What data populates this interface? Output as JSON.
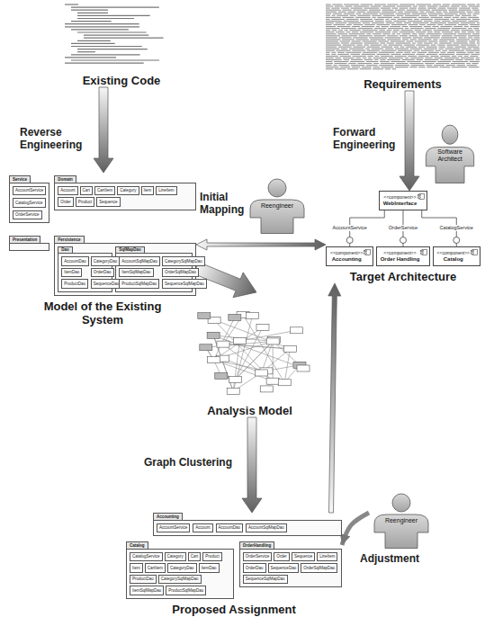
{
  "diagram": {
    "nodes": [
      {
        "text": [
          "Existing Code"
        ]
      },
      {
        "text": [
          "Requirements"
        ]
      },
      {
        "text": [
          "Software Architect"
        ]
      },
      {
        "text": [
          "Model of the Existing System"
        ]
      },
      {
        "text": [
          "Service"
        ],
        "in": 3
      },
      {
        "text": [
          "AccountService"
        ],
        "in": 4
      },
      {
        "text": [
          "CatalogService"
        ],
        "in": 4
      },
      {
        "text": [
          "OrderService"
        ],
        "in": 4
      },
      {
        "text": [
          "Presentation"
        ],
        "in": 3
      },
      {
        "text": [
          "Domain"
        ],
        "in": 3
      },
      {
        "text": [
          "Account"
        ],
        "in": 9
      },
      {
        "text": [
          "Cart"
        ],
        "in": 9
      },
      {
        "text": [
          "CartItem"
        ],
        "in": 9
      },
      {
        "text": [
          "Category"
        ],
        "in": 9
      },
      {
        "text": [
          "Item"
        ],
        "in": 9
      },
      {
        "text": [
          "LineItem"
        ],
        "in": 9
      },
      {
        "text": [
          "Order"
        ],
        "in": 9
      },
      {
        "text": [
          "Product"
        ],
        "in": 9
      },
      {
        "text": [
          "Sequence"
        ],
        "in": 9
      },
      {
        "text": [
          "Persistence"
        ],
        "in": 3
      },
      {
        "text": [
          "Dao"
        ],
        "in": 19
      },
      {
        "text": [
          "AccountDao"
        ],
        "in": 20
      },
      {
        "text": [
          "CategoryDao"
        ],
        "in": 20
      },
      {
        "text": [
          "ItemDao"
        ],
        "in": 20
      },
      {
        "text": [
          "OrderDao"
        ],
        "in": 20
      },
      {
        "text": [
          "ProductDao"
        ],
        "in": 20
      },
      {
        "text": [
          "SequenceDao"
        ],
        "in": 20
      },
      {
        "text": [
          "SqlMapDao"
        ],
        "in": 19
      },
      {
        "text": [
          "AccountSqlMapDao"
        ],
        "in": 27
      },
      {
        "text": [
          "CategorySqlMapDao"
        ],
        "in": 27
      },
      {
        "text": [
          "ItemSqlMapDao"
        ],
        "in": 27
      },
      {
        "text": [
          "OrderSqlMapDao"
        ],
        "in": 27
      },
      {
        "text": [
          "ProductSqlMapDao"
        ],
        "in": 27
      },
      {
        "text": [
          "SequenceSqlMapDao"
        ],
        "in": 27
      },
      {
        "text": [
          "Target Architecture"
        ]
      },
      {
        "text": [
          "<<component>>",
          "WebInterface"
        ],
        "in": 34
      },
      {
        "text": [
          "<<component>>",
          "Accounting"
        ],
        "in": 34
      },
      {
        "text": [
          "<<component>>",
          "Order Handling"
        ],
        "in": 34
      },
      {
        "text": [
          "<<component>>",
          "Catalog"
        ],
        "in": 34
      },
      {
        "text": [
          "Analysis Model"
        ]
      },
      {
        "text": [
          "Proposed Assignment"
        ]
      },
      {
        "text": [
          "Accounting"
        ],
        "in": 40
      },
      {
        "text": [
          "AccountService"
        ],
        "in": 41
      },
      {
        "text": [
          "Account"
        ],
        "in": 41
      },
      {
        "text": [
          "AccountDao"
        ],
        "in": 41
      },
      {
        "text": [
          "AccountSqlMapDao"
        ],
        "in": 41
      },
      {
        "text": [
          "Catalog"
        ],
        "in": 40
      },
      {
        "text": [
          "CatalogService"
        ],
        "in": 46
      },
      {
        "text": [
          "Category"
        ],
        "in": 46
      },
      {
        "text": [
          "Cart"
        ],
        "in": 46
      },
      {
        "text": [
          "Product"
        ],
        "in": 46
      },
      {
        "text": [
          "Item"
        ],
        "in": 46
      },
      {
        "text": [
          "CartItem"
        ],
        "in": 46
      },
      {
        "text": [
          "CategoryDao"
        ],
        "in": 46
      },
      {
        "text": [
          "ItemDao"
        ],
        "in": 46
      },
      {
        "text": [
          "ProductDao"
        ],
        "in": 46
      },
      {
        "text": [
          "CategorySqlMapDao"
        ],
        "in": 46
      },
      {
        "text": [
          "ItemSqlMapDao"
        ],
        "in": 46
      },
      {
        "text": [
          "ProductSqlMapDao"
        ],
        "in": 46
      },
      {
        "text": [
          "OrderHandling"
        ],
        "in": 40
      },
      {
        "text": [
          "OrderService"
        ],
        "in": 59
      },
      {
        "text": [
          "Order"
        ],
        "in": 59
      },
      {
        "text": [
          "Sequence"
        ],
        "in": 59
      },
      {
        "text": [
          "LineItem"
        ],
        "in": 59
      },
      {
        "text": [
          "OrderDao"
        ],
        "in": 59
      },
      {
        "text": [
          "SequenceDao"
        ],
        "in": 59
      },
      {
        "text": [
          "OrderSqlMapDao"
        ],
        "in": 59
      },
      {
        "text": [
          "SequenceSqlMapDao"
        ],
        "in": 59
      },
      {
        "text": [
          "Reengineer"
        ]
      },
      {
        "text": [
          "Reengineer"
        ]
      }
    ],
    "edges": [
      {
        "from": 0,
        "to": 3,
        "arrow": "to",
        "label": "Reverse Engineering"
      },
      {
        "from": 1,
        "to": 34,
        "arrow": "to",
        "label": "Forward Engineering"
      },
      {
        "from": 3,
        "to": 34,
        "arrow": "both",
        "label": "Initial Mapping"
      },
      {
        "from": 3,
        "to": 39,
        "arrow": "to"
      },
      {
        "from": 39,
        "to": 40,
        "arrow": "to",
        "label": "Graph Clustering"
      },
      {
        "from": 40,
        "to": 34,
        "arrow": "to"
      },
      {
        "from": 69,
        "to": 40,
        "arrow": "to",
        "label": "Adjustment"
      },
      {
        "from": 35,
        "to": 36,
        "arrow": "none",
        "label": "AccountService"
      },
      {
        "from": 35,
        "to": 37,
        "arrow": "none",
        "label": "OrderService"
      },
      {
        "from": 35,
        "to": 38,
        "arrow": "none",
        "label": "CatalogService"
      }
    ]
  }
}
